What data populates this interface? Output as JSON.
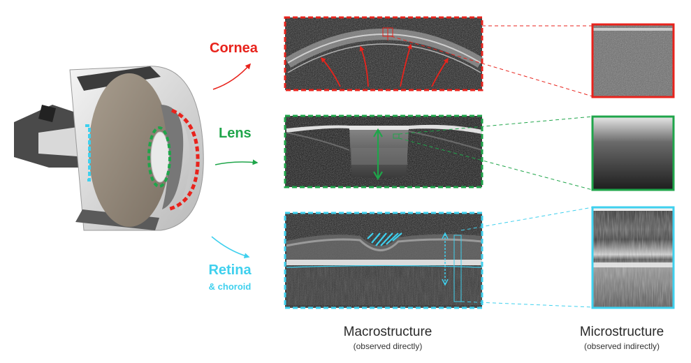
{
  "structures": {
    "cornea": {
      "label": "Cornea",
      "color": "#e8231c"
    },
    "lens": {
      "label": "Lens",
      "color": "#1fa54a"
    },
    "retina": {
      "label": "Retina",
      "sublabel": "& choroid",
      "color": "#3fd0ee"
    }
  },
  "columns": {
    "macro": {
      "title": "Macrostructure",
      "subtitle": "(observed directly)"
    },
    "micro": {
      "title": "Microstructure",
      "subtitle": "(observed indirectly)"
    }
  },
  "icons": {
    "eye": "eye-anatomy-illustration",
    "arrow": "curved-arrow-icon"
  }
}
